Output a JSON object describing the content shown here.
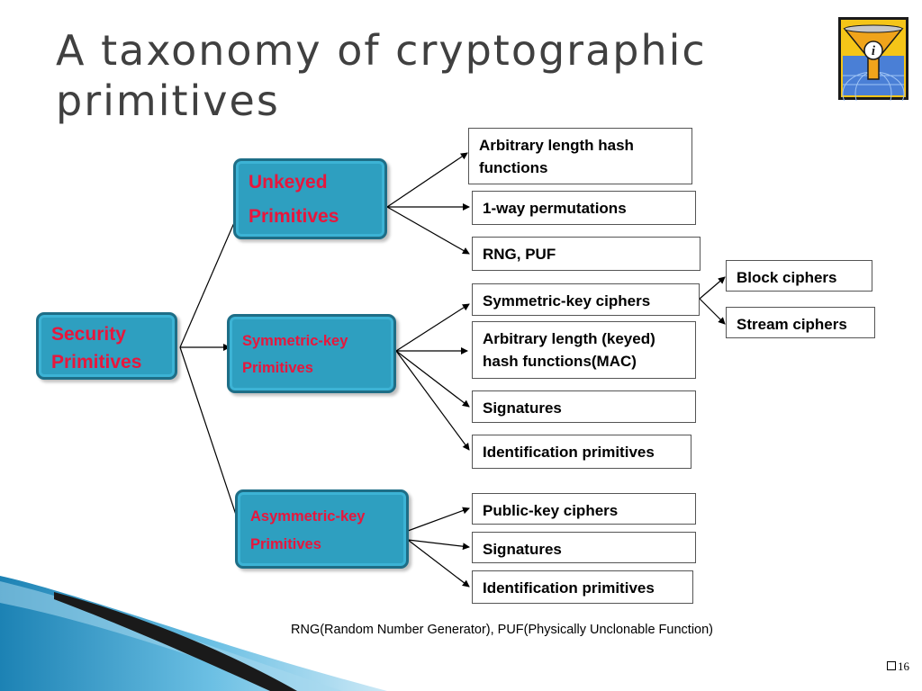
{
  "title": "A taxonomy of cryptographic primitives",
  "root": {
    "line1": "Security",
    "line2": "Primitives"
  },
  "categories": [
    {
      "line1": "Unkeyed",
      "line2": "Primitives"
    },
    {
      "line1": "Symmetric-key",
      "line2": "Primitives"
    },
    {
      "line1": "Asymmetric-key",
      "line2": "Primitives"
    }
  ],
  "unkeyed_items": [
    "Arbitrary length hash functions",
    "1-way permutations",
    "RNG, PUF"
  ],
  "symmetric_items": [
    "Symmetric-key ciphers",
    "Arbitrary length (keyed) hash functions(MAC)",
    "Signatures",
    "Identification primitives"
  ],
  "cipher_items": [
    "Block ciphers",
    "Stream ciphers"
  ],
  "asymmetric_items": [
    "Public-key ciphers",
    "Signatures",
    "Identification primitives"
  ],
  "footnote": "RNG(Random Number Generator), PUF(Physically Unclonable Function)",
  "page_number": "16",
  "colors": {
    "category_fill": "#2e9fc0",
    "category_text": "#e8163c",
    "title": "#404040",
    "swoosh": "#1c82b4"
  },
  "logo_icon": "funnel-info-icon"
}
